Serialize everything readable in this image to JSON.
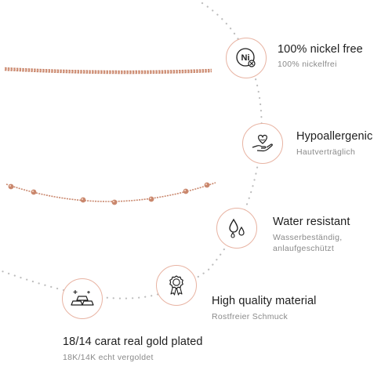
{
  "colors": {
    "accent": "#e8b3a2",
    "chain": "#c9876d",
    "dots": "#bdbdbd",
    "title_text": "#1d1d1d",
    "subtitle_text": "#8a8a8a"
  },
  "features": [
    {
      "icon": "nickel-free-icon",
      "title": "100% nickel free",
      "subtitle": "100% nickelfrei",
      "icon_text": "Ni"
    },
    {
      "icon": "hand-heart-icon",
      "title": "Hypoallergenic",
      "subtitle": "Hautverträglich"
    },
    {
      "icon": "water-drops-icon",
      "title": "Water resistant",
      "subtitle": "Wasserbeständig, anlaufgeschützt"
    },
    {
      "icon": "award-medal-icon",
      "title": "High quality material",
      "subtitle": "Rostfreier Schmuck"
    },
    {
      "icon": "gold-bars-icon",
      "title": "18/14 carat real gold plated",
      "subtitle": "18K/14K echt vergoldet"
    }
  ],
  "products": [
    {
      "name": "curb-chain"
    },
    {
      "name": "satellite-bead-chain"
    }
  ]
}
